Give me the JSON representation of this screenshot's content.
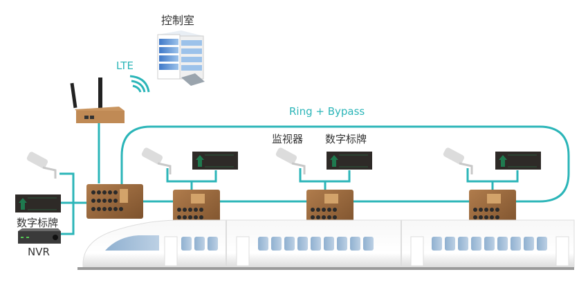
{
  "title": "Train network topology",
  "labels": {
    "control_room": "控制室",
    "lte": "LTE",
    "ring_bypass": "Ring + Bypass",
    "camera": "监视器",
    "signage_top": "数字标牌",
    "signage_left": "数字标牌",
    "nvr": "NVR"
  },
  "colors": {
    "link": "#2bb5b8",
    "switch_body": "#9a6a3e",
    "signage_bg": "#2e2a27",
    "signage_arrow": "#1f7a4f",
    "window": "#9cb8d4"
  },
  "nodes": [
    {
      "id": "control-room",
      "type": "building"
    },
    {
      "id": "lte-router",
      "type": "cellular-router"
    },
    {
      "id": "backbone-switch",
      "type": "switch"
    },
    {
      "id": "car1-switch",
      "type": "switch"
    },
    {
      "id": "car2-switch",
      "type": "switch"
    },
    {
      "id": "car3-switch",
      "type": "switch"
    },
    {
      "id": "nvr",
      "type": "recorder"
    }
  ]
}
